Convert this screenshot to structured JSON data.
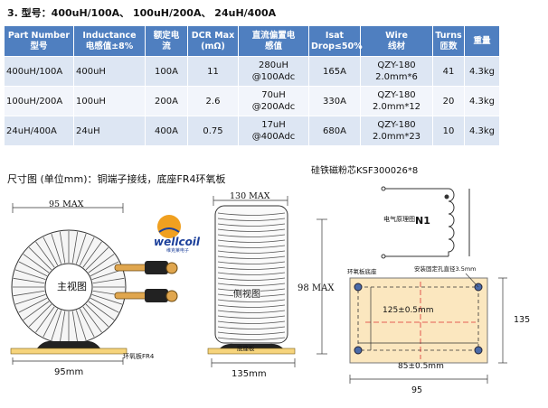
{
  "heading": "3. 型号：400uH/100A、 100uH/200A、 24uH/400A",
  "table": {
    "headers": [
      [
        "Part Number",
        "型号"
      ],
      [
        "Inductance",
        "电感值±8%"
      ],
      [
        "额定电",
        "流"
      ],
      [
        "DCR Max",
        "(mΩ)"
      ],
      [
        "直流偏置电",
        "感值"
      ],
      [
        "Isat",
        "Drop≤50%"
      ],
      [
        "Wire",
        "线材"
      ],
      [
        "Turns",
        "匝数"
      ],
      [
        "重量",
        ""
      ]
    ],
    "rows": [
      [
        [
          "400uH/100A"
        ],
        [
          "400uH"
        ],
        [
          "100A"
        ],
        [
          "11"
        ],
        [
          "280uH",
          "@100Adc"
        ],
        [
          "165A"
        ],
        [
          "QZY-180",
          "2.0mm*6"
        ],
        [
          "41"
        ],
        [
          "4.3kg"
        ]
      ],
      [
        [
          "100uH/200A"
        ],
        [
          "100uH"
        ],
        [
          "200A"
        ],
        [
          "2.6"
        ],
        [
          "70uH",
          "@200Adc"
        ],
        [
          "330A"
        ],
        [
          "QZY-180",
          "2.0mm*12"
        ],
        [
          "20"
        ],
        [
          "4.3kg"
        ]
      ],
      [
        [
          "24uH/400A"
        ],
        [
          "24uH"
        ],
        [
          "400A"
        ],
        [
          "0.75"
        ],
        [
          "17uH",
          "@400Adc"
        ],
        [
          "680A"
        ],
        [
          "QZY-180",
          "2.0mm*23"
        ],
        [
          "10"
        ],
        [
          "4.3kg"
        ]
      ]
    ]
  },
  "drawing": {
    "caption": "尺寸图 (单位mm)：铜端子接线，底座FR4环氧板",
    "core_label": "硅铁磁粉芯KSF300026*8",
    "front": {
      "width_max": "95 MAX",
      "view_label": "主视图",
      "width": "95mm",
      "base_label": "环氧板FR4"
    },
    "side": {
      "width_max": "130 MAX",
      "view_label": "侧视图",
      "height_max": "98 MAX",
      "width": "135mm",
      "base_label": "底座板"
    },
    "schematic": {
      "label": "电气原理图",
      "name": "N1"
    },
    "bottom": {
      "plate_label": "环氧板底座",
      "hole_label": "安装固定孔直径3.5mm",
      "dim_v": "125±0.5mm",
      "dim_h": "85±0.5mm",
      "height": "135",
      "width": "95"
    },
    "logo": {
      "brand": "wellcoil",
      "sub": "维克莱电子"
    }
  },
  "colors": {
    "header_bg": "#4f7fc0",
    "row_band": "#dde6f3",
    "row_light": "#f2f5fb",
    "plate": "#fbe7bf",
    "copper": "#e0a64e",
    "logo_blue": "#1b3f9a",
    "logo_orange": "#f0a020"
  }
}
